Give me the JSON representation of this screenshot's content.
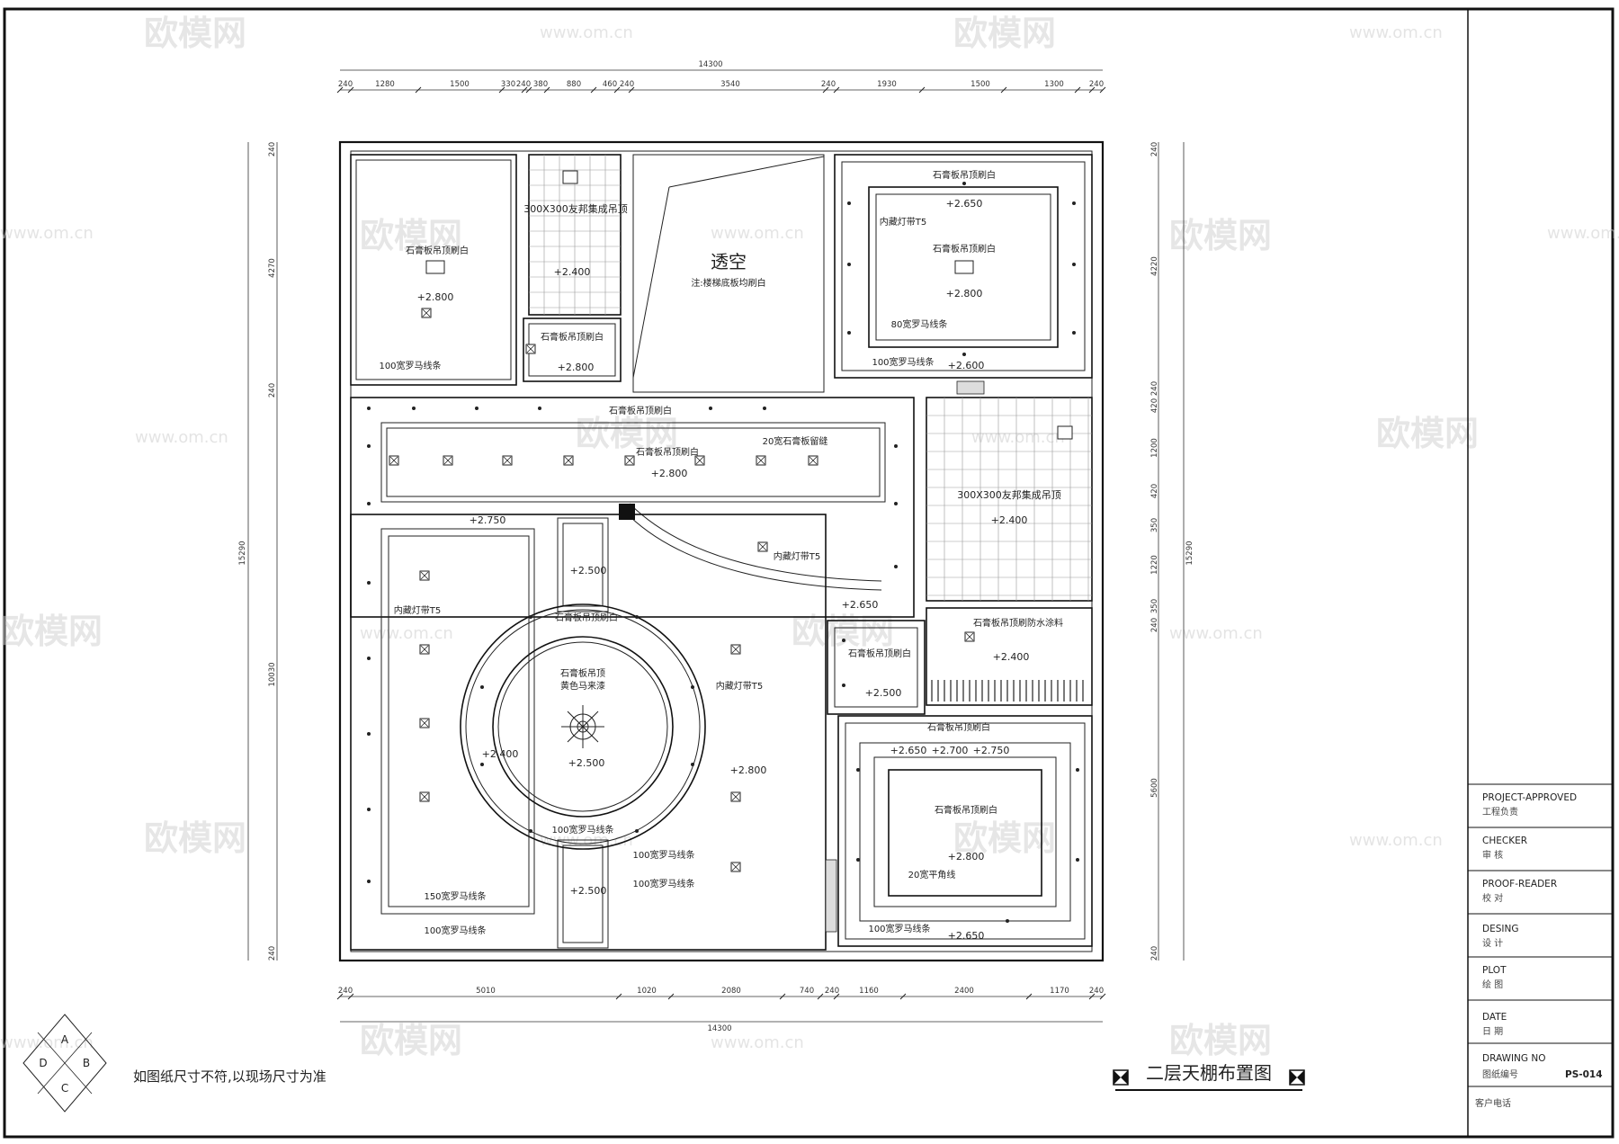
{
  "watermarks": {
    "brand": "欧模网",
    "url": "www.om.cn"
  },
  "dimensions": {
    "top_total": "14300",
    "top_segments": [
      "240",
      "1280",
      "1500",
      "330",
      "240",
      "380",
      "880",
      "460",
      "240",
      "3540",
      "240",
      "1930",
      "1500",
      "1300",
      "240"
    ],
    "bottom_total": "14300",
    "bottom_segments": [
      "240",
      "5010",
      "1020",
      "2080",
      "740",
      "240",
      "1160",
      "2400",
      "1170",
      "240"
    ],
    "left_total": "15290",
    "left_segments": [
      "240",
      "4270",
      "240",
      "10030",
      "240"
    ],
    "right_total": "15290",
    "right_segments": [
      "240",
      "4220",
      "240",
      "420",
      "1200",
      "420",
      "350",
      "1220",
      "350",
      "240",
      "5600",
      "240"
    ]
  },
  "rooms": {
    "tl_room": {
      "label": "石膏板吊顶刷白",
      "level": "+2.800",
      "trim": "100宽罗马线条"
    },
    "bath_top": {
      "label": "300X300友邦集成吊顶",
      "level": "+2.400"
    },
    "corridor_small": {
      "label": "石膏板吊顶刷白",
      "level": "+2.800"
    },
    "void": {
      "title": "透空",
      "note": "注:楼梯底板均刷白"
    },
    "tr_room": {
      "outer_label": "石膏板吊顶刷白",
      "outer_level": "+2.650",
      "strip": "内藏灯带T5",
      "inner_label": "石膏板吊顶刷白",
      "inner_level": "+2.800",
      "trim80": "80宽罗马线条",
      "trim100": "100宽罗马线条",
      "bottom_level": "+2.600"
    },
    "living_top": {
      "label": "石膏板吊顶刷白",
      "inner_label": "石膏板吊顶刷白",
      "inner_level": "+2.800",
      "beam": "20宽石膏板留缝",
      "level_275": "+2.750",
      "strip": "内藏灯带T5",
      "level_265": "+2.650"
    },
    "bath_right": {
      "label": "300X300友邦集成吊顶",
      "level": "+2.400"
    },
    "living_main": {
      "level_25a": "+2.500",
      "ring_label": "石膏板吊顶刷白",
      "circle_l1": "石膏板吊顶",
      "circle_l2": "黄色马来漆",
      "level_24": "+2.400",
      "level_25c": "+2.500",
      "level_28": "+2.800",
      "strip_l": "内藏灯带T5",
      "strip_r": "内藏灯带T5",
      "trim150": "150宽罗马线条",
      "trim100a": "100宽罗马线条",
      "trim100b": "100宽罗马线条",
      "trim100c": "100宽罗马线条",
      "trim100d": "100宽罗马线条",
      "level_25b": "+2.500"
    },
    "small_mid": {
      "label": "石膏板吊顶刷白",
      "level": "+2.500"
    },
    "balcony": {
      "label": "石膏板吊顶刷防水涂料",
      "level": "+2.400"
    },
    "br_room": {
      "label": "石膏板吊顶刷白",
      "l1": "+2.650",
      "l2": "+2.700",
      "l3": "+2.750",
      "inner_label": "石膏板吊顶刷白",
      "inner_level": "+2.800",
      "trim20": "20宽平角线",
      "trim100": "100宽罗马线条",
      "bottom_level": "+2.650"
    }
  },
  "note": "如图纸尺寸不符,以现场尺寸为准",
  "compass": [
    "A",
    "B",
    "C",
    "D"
  ],
  "drawing_title": "二层天棚布置图",
  "title_block": [
    {
      "en": "PROJECT-APPROVED",
      "cn": "工程负责"
    },
    {
      "en": "CHECKER",
      "cn": "审  核"
    },
    {
      "en": "PROOF-READER",
      "cn": "校  对"
    },
    {
      "en": "DESING",
      "cn": "设  计"
    },
    {
      "en": "PLOT",
      "cn": "绘  图"
    },
    {
      "en": "DATE",
      "cn": "日  期"
    },
    {
      "en": "DRAWING NO",
      "cn": "图纸编号",
      "value": "PS-014"
    },
    {
      "en": "",
      "cn": "客户电话"
    }
  ]
}
